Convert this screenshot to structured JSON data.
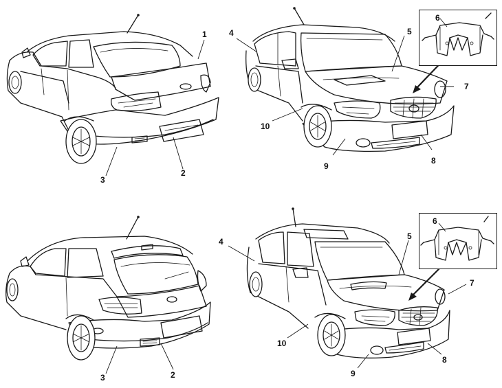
{
  "callouts": {
    "sedan_rear": [
      "1",
      "2",
      "3"
    ],
    "sedan_front": [
      "4",
      "5",
      "6",
      "7",
      "8",
      "9",
      "10"
    ],
    "hatch_rear": [
      "2",
      "3"
    ],
    "hatch_front": [
      "4",
      "5",
      "6",
      "7",
      "8",
      "9",
      "10"
    ]
  }
}
